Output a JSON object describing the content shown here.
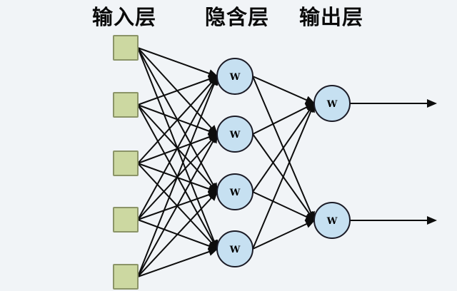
{
  "diagram": {
    "type": "neural-network",
    "background_color": "#f1f4f7",
    "line_color": "#0d0d0d",
    "layers": [
      {
        "id": "input",
        "label": "输入层",
        "node_shape": "square",
        "node_count": 5,
        "node_fill": "#ccd8a1",
        "node_border": "#8b9468",
        "node_label": ""
      },
      {
        "id": "hidden",
        "label": "隐含层",
        "node_shape": "circle",
        "node_count": 4,
        "node_fill": "#c6e0f1",
        "node_border": "#1b1b26",
        "node_label": "W"
      },
      {
        "id": "output",
        "label": "输出层",
        "node_shape": "circle",
        "node_count": 2,
        "node_fill": "#c6e0f1",
        "node_border": "#1b1b26",
        "node_label": "W"
      }
    ],
    "connections": [
      {
        "from": "input",
        "to": "hidden",
        "type": "fully-connected",
        "arrowheads": true
      },
      {
        "from": "hidden",
        "to": "output",
        "type": "fully-connected",
        "arrowheads": true
      },
      {
        "from": "output",
        "to": "outside-right",
        "type": "output-arrow",
        "arrowheads": true
      }
    ]
  }
}
